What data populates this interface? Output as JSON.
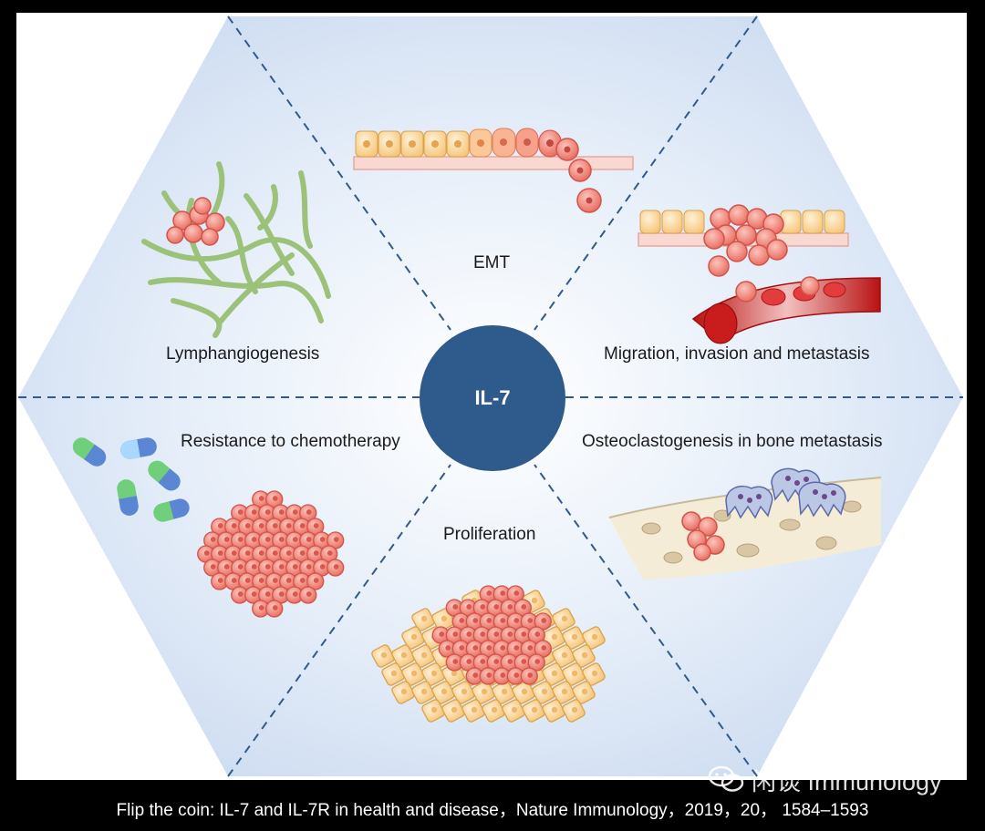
{
  "center": {
    "label": "IL-7"
  },
  "segments": {
    "emt": "EMT",
    "migration": "Migration, invasion and metastasis",
    "osteoclast": "Osteoclastogenesis in bone metastasis",
    "proliferation": "Proliferation",
    "resistance": "Resistance to chemotherapy",
    "lymph": "Lymphangiogenesis"
  },
  "citation": "Flip the coin: IL-7 and IL-7R in health and disease，Nature Immunology，2019，20， 1584–1593",
  "watermark": {
    "text": "闲谈 Immunology",
    "icon": "wechat-icon"
  },
  "colors": {
    "hex_fill": "#dde8f6",
    "center_circle": "#2f5a8c",
    "divider": "#2f5a8c",
    "tumor_cell": "#f08a80",
    "epithelial_cell": "#fbd59d",
    "vessel": "#9cc27a",
    "capsule_blue": "#5b86d4",
    "capsule_green": "#6fcf7a"
  }
}
